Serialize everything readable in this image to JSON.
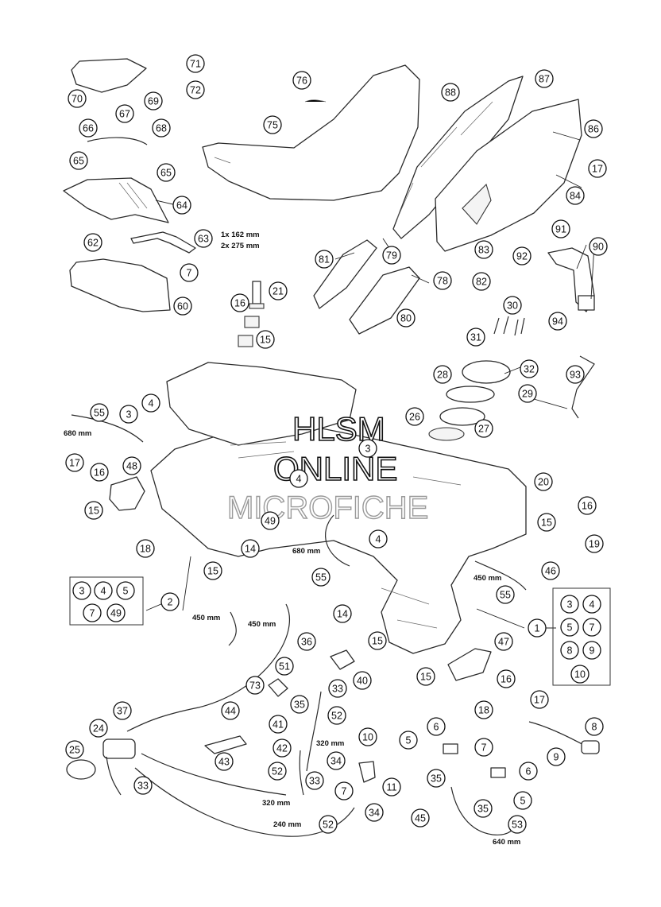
{
  "watermark": {
    "line1": "HLSM",
    "line2": "ONLINE",
    "line3": "MICROFICHE"
  },
  "dimensions": {
    "tank_bracket": "1x 162 mm",
    "tank_bracket_2": "2x 275 mm",
    "hose_left": "680 mm",
    "hose_center": "680 mm",
    "hose_right": "450 mm",
    "hose_a": "450 mm",
    "hose_b": "450 mm",
    "hose_320a": "320 mm",
    "hose_320b": "320 mm",
    "hose_240": "240 mm",
    "hose_640": "640 mm"
  },
  "callouts": [
    "71",
    "72",
    "70",
    "69",
    "67",
    "68",
    "66",
    "65",
    "65",
    "64",
    "63",
    "62",
    "7",
    "60",
    "76",
    "75",
    "88",
    "87",
    "86",
    "17",
    "84",
    "81",
    "79",
    "78",
    "83",
    "82",
    "80",
    "91",
    "92",
    "90",
    "94",
    "21",
    "16",
    "15",
    "30",
    "31",
    "32",
    "93",
    "28",
    "29",
    "26",
    "27",
    "55",
    "3",
    "4",
    "17",
    "16",
    "48",
    "15",
    "18",
    "3",
    "4",
    "20",
    "15",
    "16",
    "19",
    "49",
    "14",
    "15",
    "4",
    "55",
    "46",
    "55",
    "2",
    "1",
    "3",
    "4",
    "5",
    "7",
    "49",
    "3",
    "4",
    "5",
    "7",
    "8",
    "9",
    "10",
    "14",
    "15",
    "36",
    "40",
    "51",
    "33",
    "35",
    "52",
    "73",
    "47",
    "15",
    "16",
    "18",
    "17",
    "37",
    "44",
    "41",
    "24",
    "25",
    "42",
    "43",
    "52",
    "33",
    "34",
    "10",
    "11",
    "7",
    "5",
    "6",
    "7",
    "6",
    "5",
    "35",
    "35",
    "45",
    "53",
    "33",
    "52",
    "34",
    "8",
    "9"
  ]
}
